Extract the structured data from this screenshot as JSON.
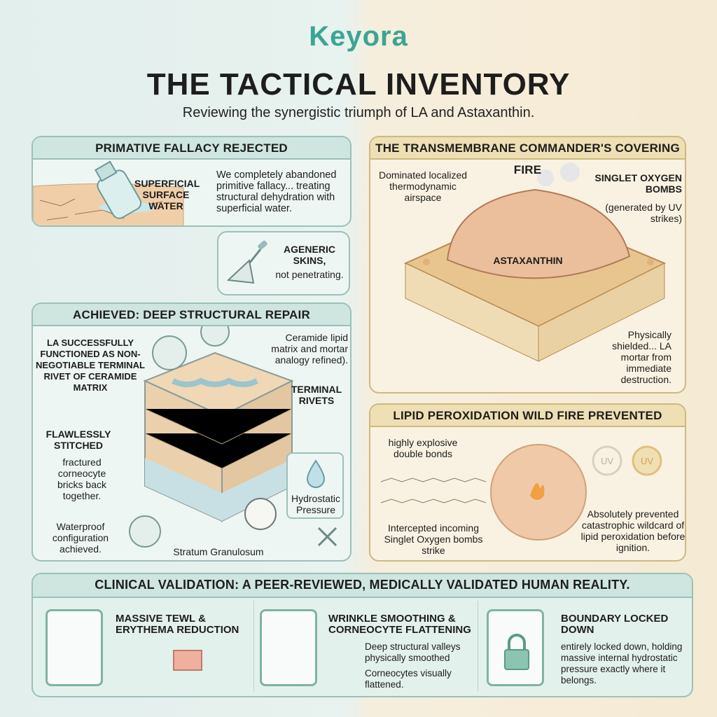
{
  "brand": {
    "logo": "Keyora"
  },
  "header": {
    "title": "THE TACTICAL INVENTORY",
    "subtitle": "Reviewing the synergistic triumph of LA and Astaxanthin."
  },
  "panel_fallacy": {
    "title": "PRIMATIVE FALLACY REJECTED",
    "callout": "SUPERFICIAL SURFACE WATER",
    "body": "We completely abandoned primitive fallacy... treating structural dehydration with superficial water.",
    "sub_title": "AGENERIC SKINS,",
    "sub_body": "not penetrating."
  },
  "panel_repair": {
    "title": "ACHIEVED: DEEP STRUCTURAL REPAIR",
    "rivet_label": "LA SUCCESSFULLY FUNCTIONED AS NON-NEGOTIABLE TERMINAL RIVET OF CERAMIDE MATRIX",
    "ceramide_label": "Ceramide lipid matrix and mortar analogy refined).",
    "terminal_rivets": "TERMINAL RIVETS",
    "stitched_bold": "FLAWLESSLY STITCHED",
    "stitched_body": "fractured corneocyte bricks back together.",
    "waterproof": "Waterproof configuration achieved.",
    "stratum": "Stratum Granulosum",
    "hydrostatic": "Hydrostatic Pressure"
  },
  "panel_commander": {
    "title": "THE TRANSMEMBRANE COMMANDER'S COVERING FIRE",
    "airspace": "Dominated localized thermodynamic airspace",
    "singlet_bold": "SINGLET OXYGEN BOMBS",
    "singlet_body": "(generated by UV strikes)",
    "center": "ASTAXANTHIN",
    "shielded": "Physically shielded... LA mortar from immediate destruction."
  },
  "panel_peroxidation": {
    "title": "LIPID PEROXIDATION WILD FIRE PREVENTED",
    "double_bonds": "highly explosive double bonds",
    "intercepted": "Intercepted incoming Singlet Oxygen bombs strike",
    "prevented": "Absolutely prevented catastrophic wildcard of lipid peroxidation before ignition.",
    "uv_badge_1": "UV",
    "uv_badge_2": "UV"
  },
  "clinical": {
    "title": "CLINICAL VALIDATION: A PEER-REVIEWED, MEDICALLY VALIDATED HUMAN REALITY.",
    "cards": [
      {
        "title": "MASSIVE TEWL & ERYTHEMA REDUCTION"
      },
      {
        "title": "WRINKLE SMOOTHING & CORNEOCYTE FLATTENING",
        "point1": "Deep structural valleys physically smoothed",
        "point2": "Corneocytes visually flattened."
      },
      {
        "title": "BOUNDARY LOCKED DOWN",
        "body": "entirely locked down, holding massive internal hydrostatic pressure exactly where it belongs."
      }
    ]
  },
  "colors": {
    "teal": "#3aa595",
    "mint_bg": "#e2efed",
    "cream_bg": "#f5ead3",
    "panel_border": "#9cc0b9",
    "gold_border": "#cdb97e",
    "skin": "#f0cfa8",
    "water": "#bfe0e6"
  }
}
